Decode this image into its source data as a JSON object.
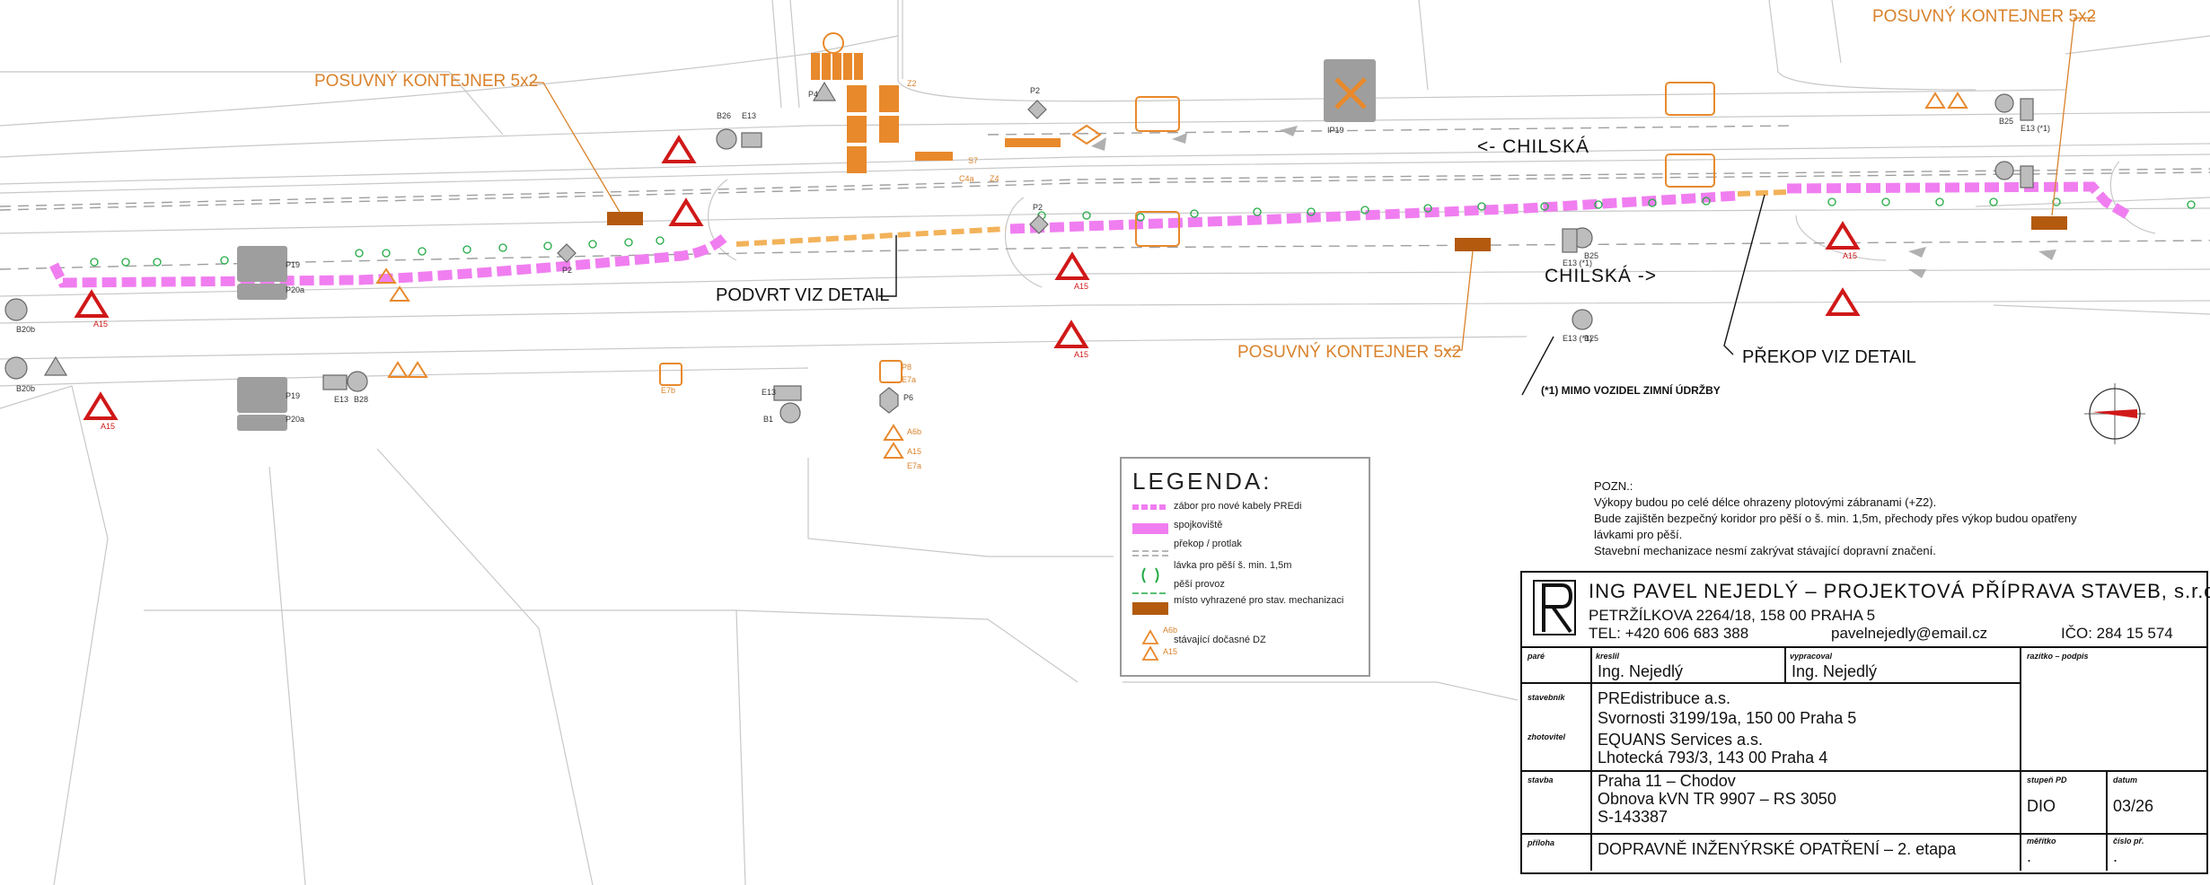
{
  "callouts": {
    "container_top_left": "POSUVNÝ KONTEJNER 5x2",
    "container_top_right": "POSUVNÝ KONTEJNER 5x2",
    "container_bottom": "POSUVNÝ KONTEJNER 5x2",
    "podvrt": "PODVRT VIZ DETAIL",
    "prekop": "PŘEKOP VIZ DETAIL",
    "winter_note": "(*1) MIMO VOZIDEL ZIMNÍ ÚDRŽBY"
  },
  "streets": {
    "upper": "<-  CHILSKÁ",
    "lower": "CHILSKÁ  ->"
  },
  "sign_codes": {
    "a15": "A15",
    "p2": "P2",
    "p4": "P4",
    "p6": "P6",
    "p8": "P8",
    "p19": "P19",
    "p20a": "P20a",
    "ip19": "IP19",
    "b1": "B1",
    "b25": "B25",
    "b26": "B26",
    "b28": "B28",
    "b20b": "B20b",
    "e13": "E13",
    "e13_1": "E13 (*1)",
    "e7a": "E7a",
    "e7b": "E7b",
    "a6b": "A6b",
    "z2": "Z2",
    "c4a": "C4a",
    "s7": "S7",
    "z4": "Z4"
  },
  "colors": {
    "cable": "#f07ef0",
    "temp_sign": "#e8892c",
    "container": "#b35a0f",
    "gray_line": "#bdbdbd",
    "footpath": "#22aa44",
    "underpass": "#f2b25a"
  },
  "legend": {
    "title": "LEGENDA:",
    "items": [
      "zábor pro nové kabely PREdi",
      "spojkoviště",
      "překop / protlak",
      "lávka pro pěší š. min. 1,5m",
      "pěší provoz",
      "místo vyhrazené pro stav. mechanizaci",
      "stávající dočasné DZ"
    ],
    "sign_labels": [
      "A6b",
      "A15"
    ]
  },
  "notes": {
    "heading": "POZN.:",
    "lines": [
      "Výkopy budou po celé délce ohrazeny plotovými zábranami (+Z2).",
      "Bude zajištěn bezpečný koridor pro pěší o š. min. 1,5m, přechody přes výkop budou opatřeny",
      "lávkami pro pěší.",
      "Stavební mechanizace nesmí zakrývat stávající dopravní značení."
    ]
  },
  "title_block": {
    "company": "ING PAVEL NEJEDLÝ – PROJEKTOVÁ PŘÍPRAVA STAVEB, s.r.o.",
    "address": "PETRŽÍLKOVA 2264/18, 158 00 PRAHA 5",
    "phone": "TEL: +420 606 683 388",
    "email": "pavelnejedly@email.cz",
    "ico": "IČO: 284 15 574",
    "cap_pare": "paré",
    "cap_kreslil": "kreslil",
    "kreslil": "Ing. Nejedlý",
    "cap_vypracoval": "vypracoval",
    "vypracoval": "Ing. Nejedlý",
    "cap_razitko": "razítko – podpis",
    "cap_stavebnik": "stavebník",
    "stavebnik_1": "PREdistribuce a.s.",
    "stavebnik_2": "Svornosti 3199/19a, 150 00 Praha 5",
    "cap_zhotovitel": "zhotovitel",
    "zhotovitel_1": "EQUANS Services a.s.",
    "zhotovitel_2": "Lhotecká 793/3, 143 00 Praha 4",
    "cap_stavba": "stavba",
    "stavba_1": "Praha 11 – Chodov",
    "stavba_2": "Obnova kVN TR 9907 – RS 3050",
    "stavba_3": "S-143387",
    "cap_stupen": "stupeň PD",
    "stupen": "DIO",
    "cap_datum": "datum",
    "datum": "03/26",
    "cap_priloha": "příloha",
    "priloha": "DOPRAVNĚ INŽENÝRSKÉ OPATŘENÍ – 2. etapa",
    "cap_meritko": "měřítko",
    "meritko": ".",
    "cap_cislo": "číslo př.",
    "cislo": "."
  }
}
